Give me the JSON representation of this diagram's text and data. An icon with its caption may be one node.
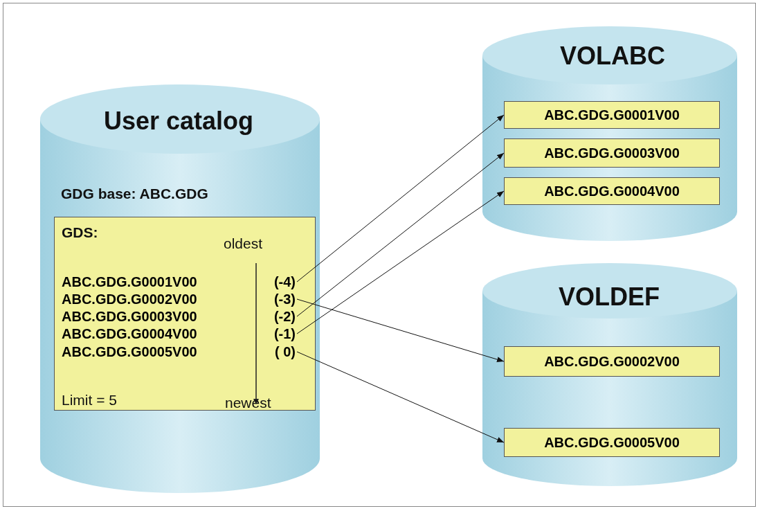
{
  "diagram": {
    "nodes": [
      {
        "text": [
          "User catalog",
          "GDG base: ABC.GDG"
        ]
      },
      {
        "text": [
          "GDS:",
          "oldest",
          "Limit = 5",
          "newest"
        ],
        "in": 0
      },
      {
        "text": [
          "ABC.GDG.G0001V00",
          "(-4)"
        ],
        "in": 1
      },
      {
        "text": [
          "ABC.GDG.G0002V00",
          "(-3)"
        ],
        "in": 1
      },
      {
        "text": [
          "ABC.GDG.G0003V00",
          "(-2)"
        ],
        "in": 1
      },
      {
        "text": [
          "ABC.GDG.G0004V00",
          "(-1)"
        ],
        "in": 1
      },
      {
        "text": [
          "ABC.GDG.G0005V00",
          "( 0)"
        ],
        "in": 1
      },
      {
        "text": [
          "VOLABC"
        ]
      },
      {
        "text": [
          "ABC.GDG.G0001V00"
        ],
        "in": 7
      },
      {
        "text": [
          "ABC.GDG.G0003V00"
        ],
        "in": 7
      },
      {
        "text": [
          "ABC.GDG.G0004V00"
        ],
        "in": 7
      },
      {
        "text": [
          "VOLDEF"
        ]
      },
      {
        "text": [
          "ABC.GDG.G0002V00"
        ],
        "in": 11
      },
      {
        "text": [
          "ABC.GDG.G0005V00"
        ],
        "in": 11
      }
    ],
    "edges": [
      {
        "from": 2,
        "to": 8,
        "arrow": "to"
      },
      {
        "from": 3,
        "to": 12,
        "arrow": "to"
      },
      {
        "from": 4,
        "to": 9,
        "arrow": "to"
      },
      {
        "from": 5,
        "to": 10,
        "arrow": "to"
      },
      {
        "from": 6,
        "to": 13,
        "arrow": "to"
      }
    ]
  }
}
